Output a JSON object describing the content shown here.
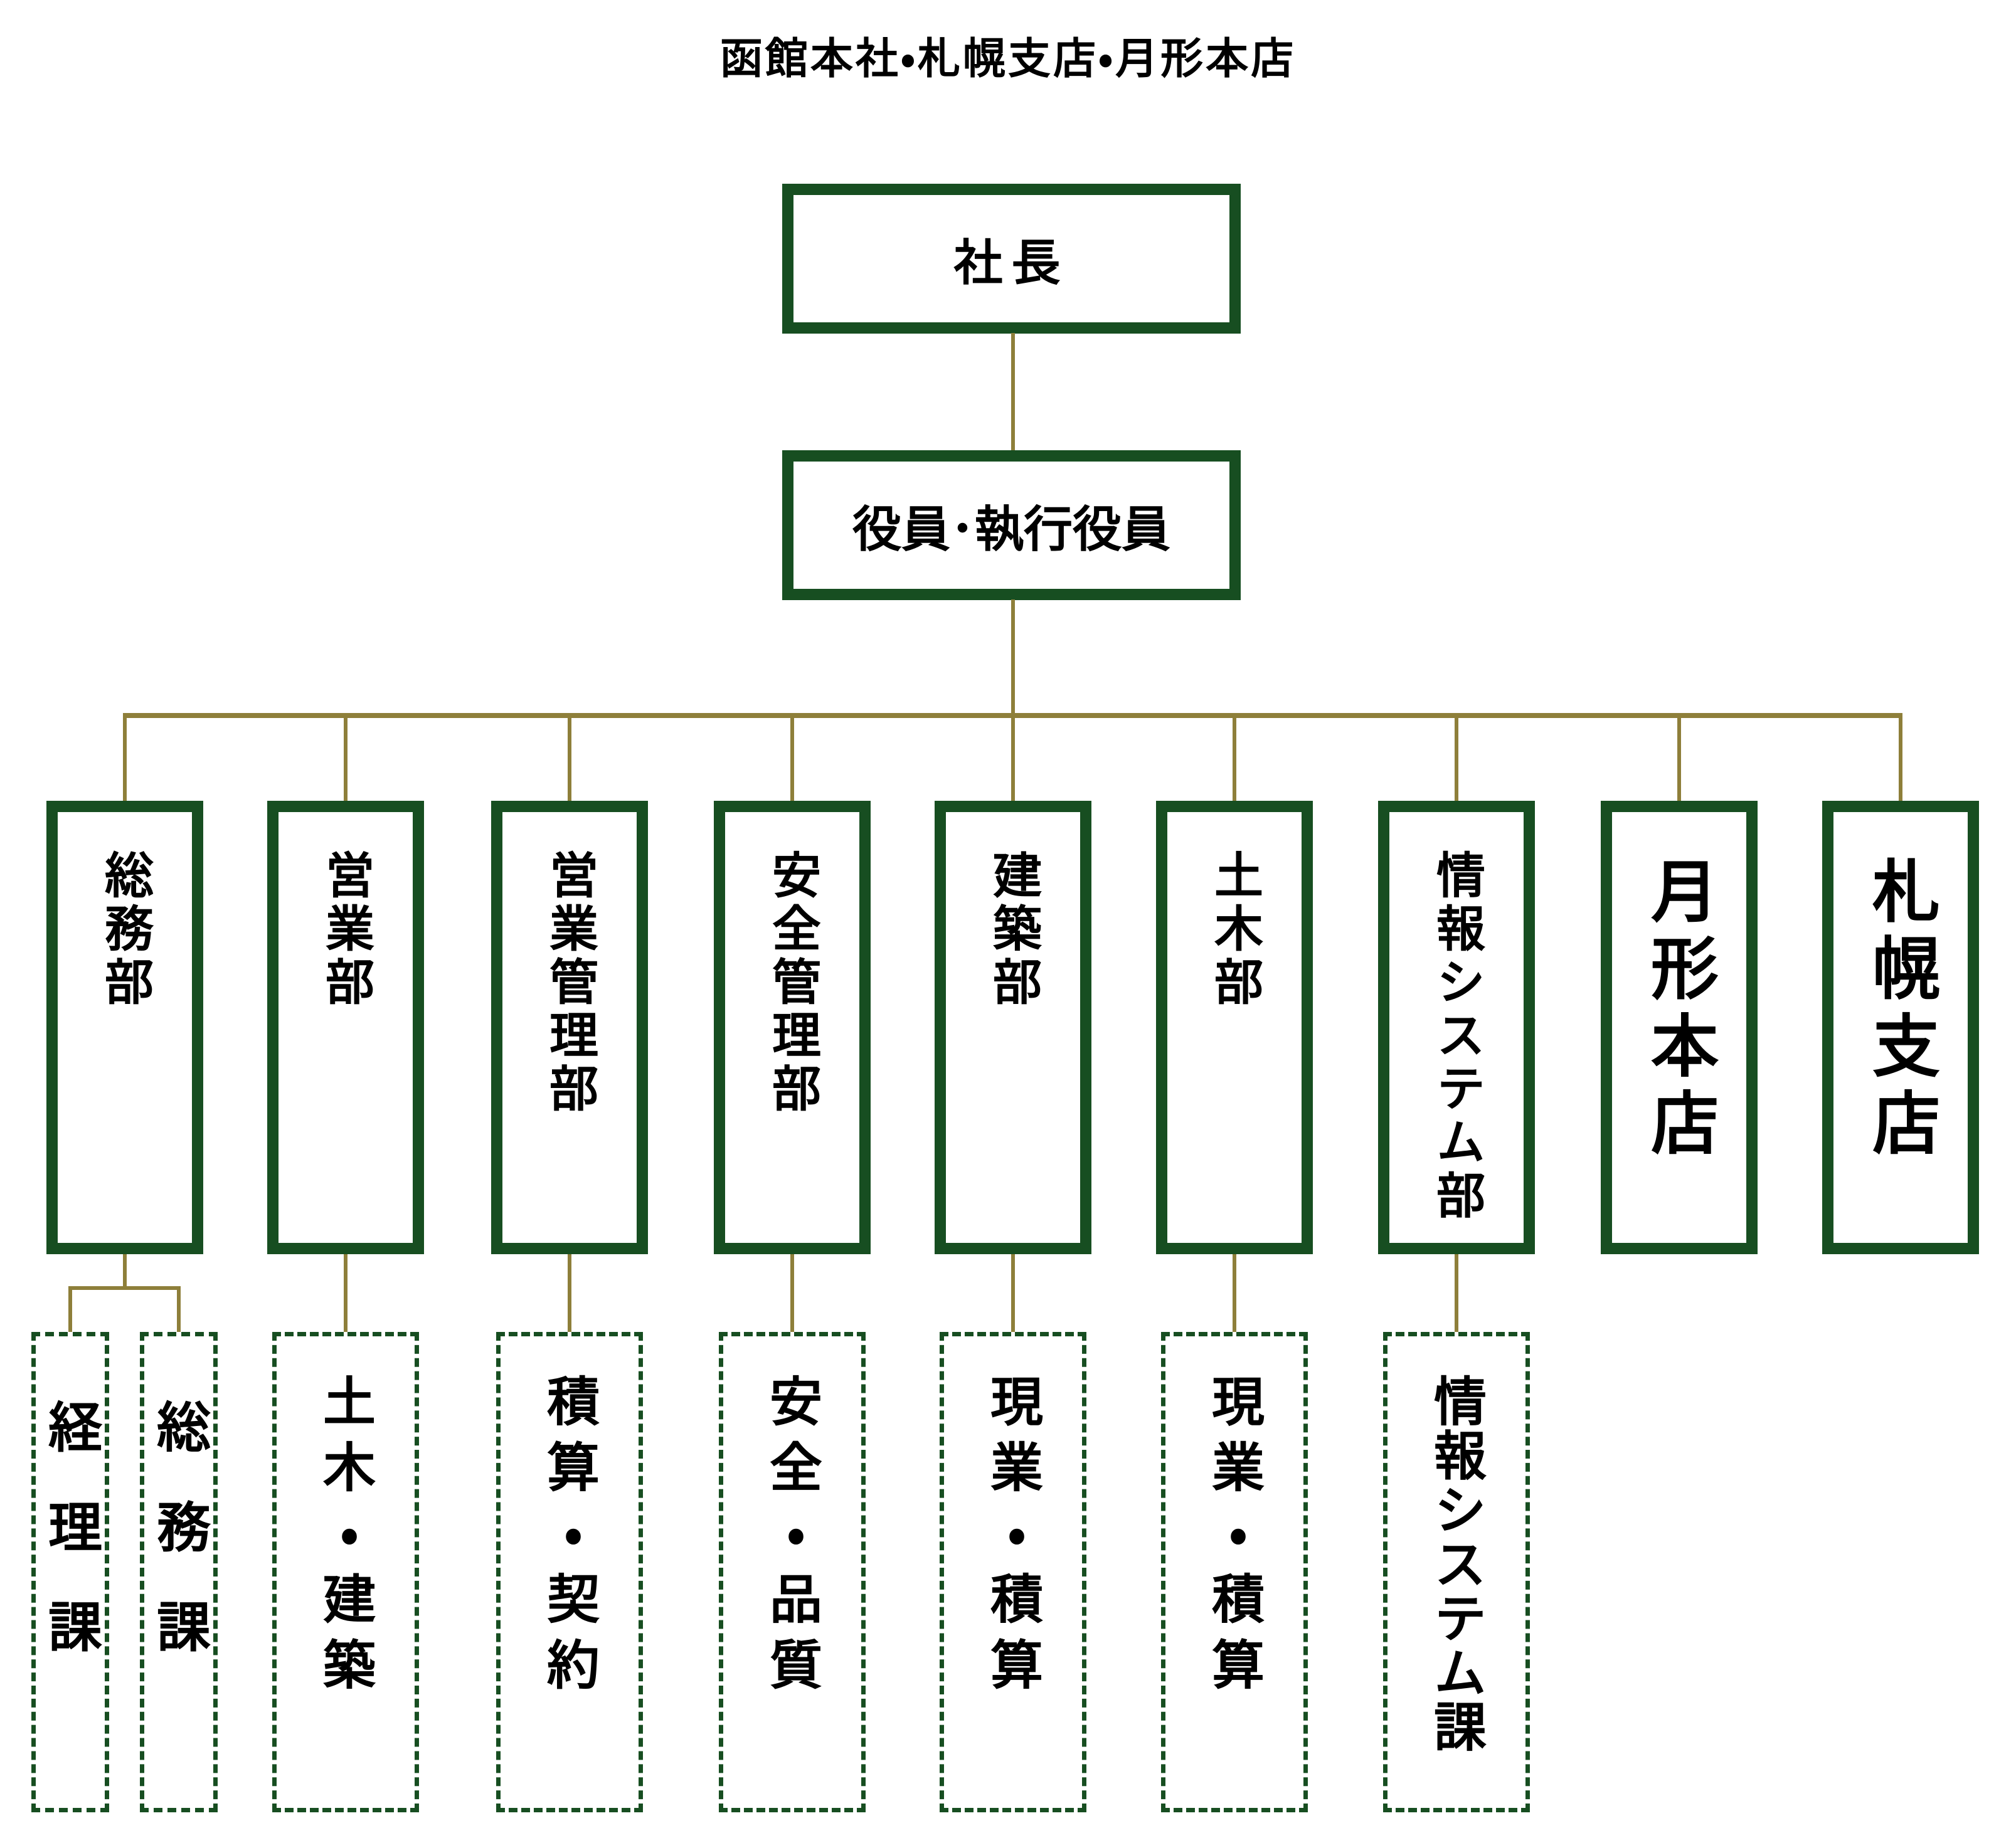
{
  "page": {
    "title": "函館本社・札幌支店・月形本店"
  },
  "colors": {
    "box_border_green": "#174e21",
    "connector_olive": "#8e7f3a",
    "text": "#000000",
    "background": "#ffffff"
  },
  "org": {
    "president": {
      "label": "社長"
    },
    "officers": {
      "label": "役員･執行役員"
    },
    "departments": [
      {
        "label": "総務部",
        "children": [
          {
            "label": "経理課"
          },
          {
            "label": "総務課"
          }
        ]
      },
      {
        "label": "営業部",
        "children": [
          {
            "label": "土木・建築"
          }
        ]
      },
      {
        "label": "営業管理部",
        "children": [
          {
            "label": "積算・契約"
          }
        ]
      },
      {
        "label": "安全管理部",
        "children": [
          {
            "label": "安全・品質"
          }
        ]
      },
      {
        "label": "建築部",
        "children": [
          {
            "label": "現業・積算"
          }
        ]
      },
      {
        "label": "土木部",
        "children": [
          {
            "label": "現業・積算"
          }
        ]
      },
      {
        "label": "情報システム部",
        "children": [
          {
            "label": "情報システム課"
          }
        ]
      },
      {
        "label": "月形本店",
        "children": []
      },
      {
        "label": "札幌支店",
        "children": []
      }
    ]
  }
}
